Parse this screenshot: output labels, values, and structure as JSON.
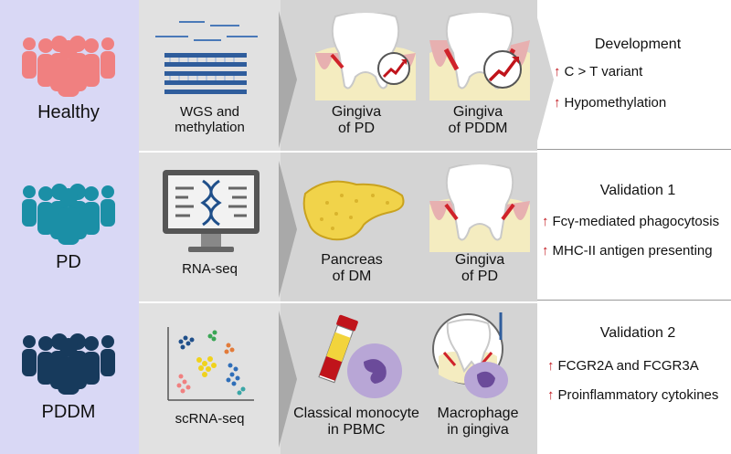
{
  "groups": [
    {
      "label": "Healthy",
      "color": "#f08080"
    },
    {
      "label": "PD",
      "color": "#1b8fa6"
    },
    {
      "label": "PDDM",
      "color": "#173a5c"
    }
  ],
  "rows": [
    {
      "method": "WGS and\nmethylation",
      "tissue_a": "Gingiva\nof PD",
      "tissue_b": "Gingiva\nof PDDM",
      "title": "Development",
      "findings": [
        "C > T variant",
        "Hypomethylation"
      ]
    },
    {
      "method": "RNA-seq",
      "tissue_a": "Pancreas\nof DM",
      "tissue_b": "Gingiva\nof PD",
      "title": "Validation 1",
      "findings": [
        "Fcγ-mediated phagocytosis",
        "MHC-II antigen presenting"
      ]
    },
    {
      "method": "scRNA-seq",
      "tissue_a": "Classical monocyte\nin PBMC",
      "tissue_b": "Macrophage\nin gingiva",
      "title": "Validation 2",
      "findings": [
        "FCGR2A and FCGR3A",
        "Proinflammatory cytokines"
      ]
    }
  ],
  "colors": {
    "left_panel": "#d9d8f5",
    "method_panel": "#e1e1e1",
    "tissue_panel": "#d4d4d4",
    "up_arrow": "#c0141b"
  }
}
